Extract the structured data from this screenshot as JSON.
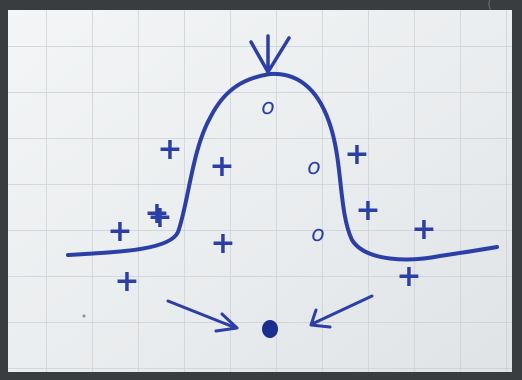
{
  "photo": {
    "subject": "graph-paper-drawing",
    "ink_color": "#2b3fa6",
    "paper_color": "#eef1f3",
    "grid_color": "#c7cfd6"
  },
  "corner_char": "(",
  "marks": [
    {
      "name": "plus-mark",
      "symbol": "+",
      "kind": "plus",
      "pos": "left-top"
    },
    {
      "name": "plus-mark",
      "symbol": "+",
      "kind": "plus",
      "pos": "left-mid"
    },
    {
      "name": "plus-mark",
      "symbol": "+",
      "kind": "plus",
      "pos": "left-low-a"
    },
    {
      "name": "plus-mark",
      "symbol": "+",
      "kind": "plus",
      "pos": "left-low-b"
    },
    {
      "name": "plus-mark",
      "symbol": "+",
      "kind": "plus",
      "pos": "left-bottom"
    },
    {
      "name": "plus-mark",
      "symbol": "+",
      "kind": "plus",
      "pos": "inside-left-top"
    },
    {
      "name": "plus-mark",
      "symbol": "+",
      "kind": "plus",
      "pos": "inside-left-bottom"
    },
    {
      "name": "plus-mark",
      "symbol": "+",
      "kind": "plus",
      "pos": "right-top"
    },
    {
      "name": "plus-mark",
      "symbol": "+",
      "kind": "plus",
      "pos": "right-mid"
    },
    {
      "name": "plus-mark",
      "symbol": "+",
      "kind": "plus",
      "pos": "right-low"
    },
    {
      "name": "plus-mark",
      "symbol": "+",
      "kind": "plus",
      "pos": "right-bottom"
    },
    {
      "name": "zero-mark",
      "symbol": "o",
      "kind": "zero",
      "pos": "peak"
    },
    {
      "name": "zero-mark",
      "symbol": "o",
      "kind": "zero",
      "pos": "inside-right-top"
    },
    {
      "name": "zero-mark",
      "symbol": "o",
      "kind": "zero",
      "pos": "inside-right-bottom"
    }
  ]
}
